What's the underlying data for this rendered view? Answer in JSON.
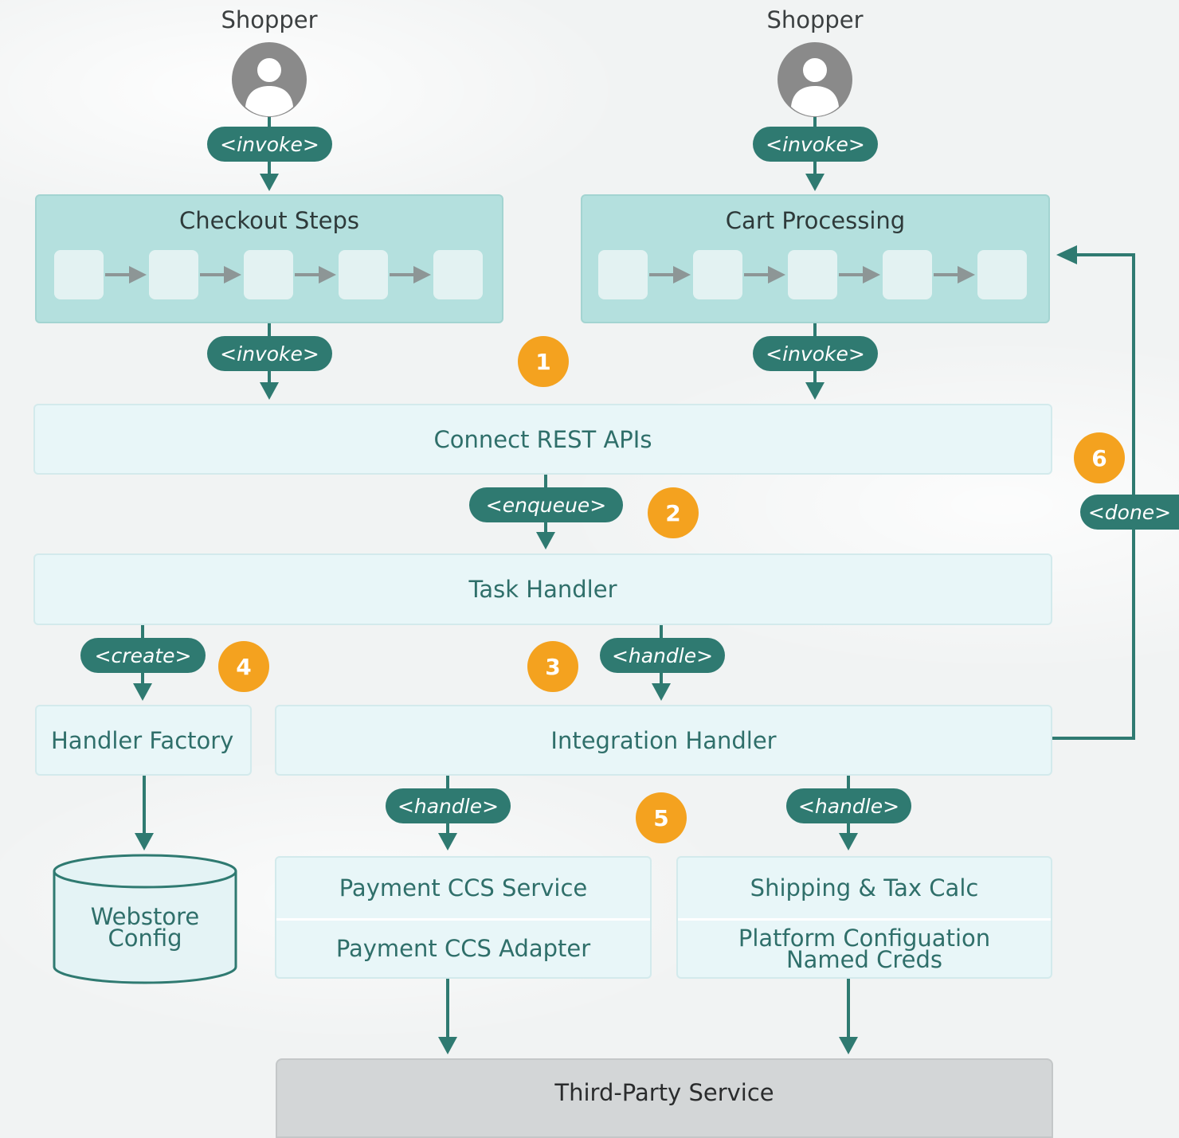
{
  "shoppers": [
    {
      "label": "Shopper",
      "icon": "user-avatar-icon"
    },
    {
      "label": "Shopper",
      "icon": "user-avatar-icon"
    }
  ],
  "labels": {
    "invoke": "<invoke>",
    "enqueue": "<enqueue>",
    "create": "<create>",
    "handle": "<handle>",
    "done": "<done>"
  },
  "checkout_steps": {
    "title": "Checkout Steps"
  },
  "cart_processing": {
    "title": "Cart Processing"
  },
  "connect_rest_apis": "Connect REST APIs",
  "task_handler": "Task Handler",
  "handler_factory": "Handler Factory",
  "integration_handler": "Integration Handler",
  "webstore_config": {
    "line1": "Webstore",
    "line2": "Config"
  },
  "payment": {
    "service": "Payment CCS Service",
    "adapter": "Payment CCS Adapter"
  },
  "shipping": {
    "calc": "Shipping & Tax Calc",
    "config_line1": "Platform Configuation",
    "config_line2": "Named Creds"
  },
  "third_party": "Third-Party Service",
  "badges": [
    "1",
    "2",
    "3",
    "4",
    "5",
    "6"
  ],
  "colors": {
    "line": "#2f7a71",
    "badge": "#f4a21f",
    "group_fill": "#b4e0de",
    "panel_fill": "#e8f6f8",
    "third_party_fill": "#d3d6d7"
  }
}
